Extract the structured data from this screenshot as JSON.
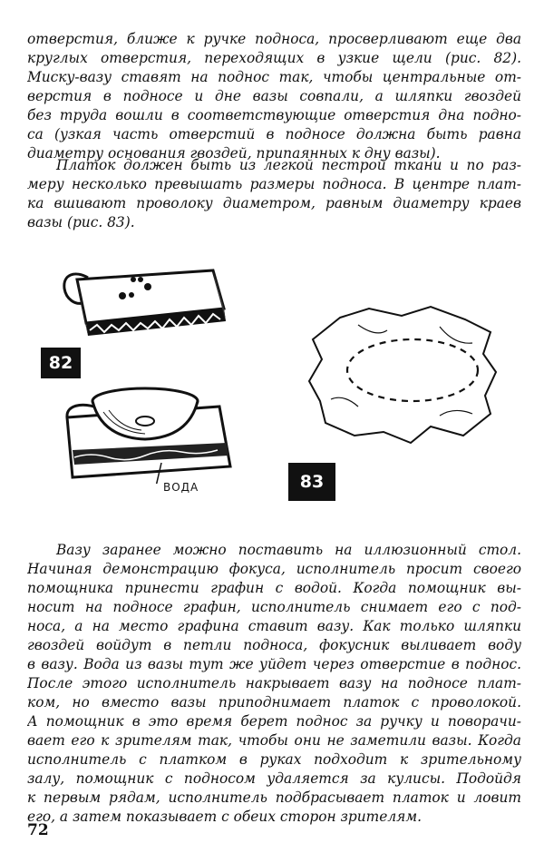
{
  "paragraphs": [
    {
      "lines": [
        "отверстия, ближе к ручке подноса, просверливают еще два",
        "круглых отверстия, переходящих в узкие щели (рис. 82).",
        "Миску-вазу ставят на поднос так, чтобы центральные от-",
        "верстия в подносе и дне вазы совпали, а шляпки гвоздей",
        "без труда вошли в соответствующие отверстия дна подно-",
        "са (узкая часть отверстий в подносе должна быть равна",
        "диаметру основания гвоздей, припаянных к дну вазы)."
      ]
    },
    {
      "lines": [
        "Платок должен быть из легкой пестрой ткани и по раз-",
        "меру несколько превышать размеры подноса. В центре плат-",
        "ка вшивают проволоку диаметром, равным диаметру краев",
        "вазы (рис. 83)."
      ]
    },
    {
      "lines": [
        "Вазу заранее можно поставить на иллюзионный стол.",
        "Начиная демонстрацию фокуса, исполнитель просит своего",
        "помощника принести графин с водой. Когда помощник вы-",
        "носит на подносе графин, исполнитель снимает его с под-",
        "носа, а на место графина ставит вазу. Как только шляпки",
        "гвоздей войдут в петли подноса, фокусник выливает воду",
        "в вазу. Вода из вазы тут же уйдет через отверстие в поднос.",
        "После этого исполнитель накрывает вазу на подносе плат-",
        "ком, но вместо вазы приподнимает платок с проволокой.",
        "А помощник в это время берет поднос за ручку и поворачи-",
        "вает его к зрителям так, чтобы они не заметили вазы. Когда",
        "исполнитель с платком в руках подходит к зрительному",
        "залу, помощник с подносом удаляется за кулисы. Подойдя",
        "к первым рядам, исполнитель подбрасывает платок и ловит",
        "его, а затем показывает с обеих сторон зрителям."
      ]
    }
  ],
  "figures": {
    "fig82_label": "82",
    "fig83_label": "83",
    "water_label": "ВОДА"
  },
  "page_number": "72"
}
